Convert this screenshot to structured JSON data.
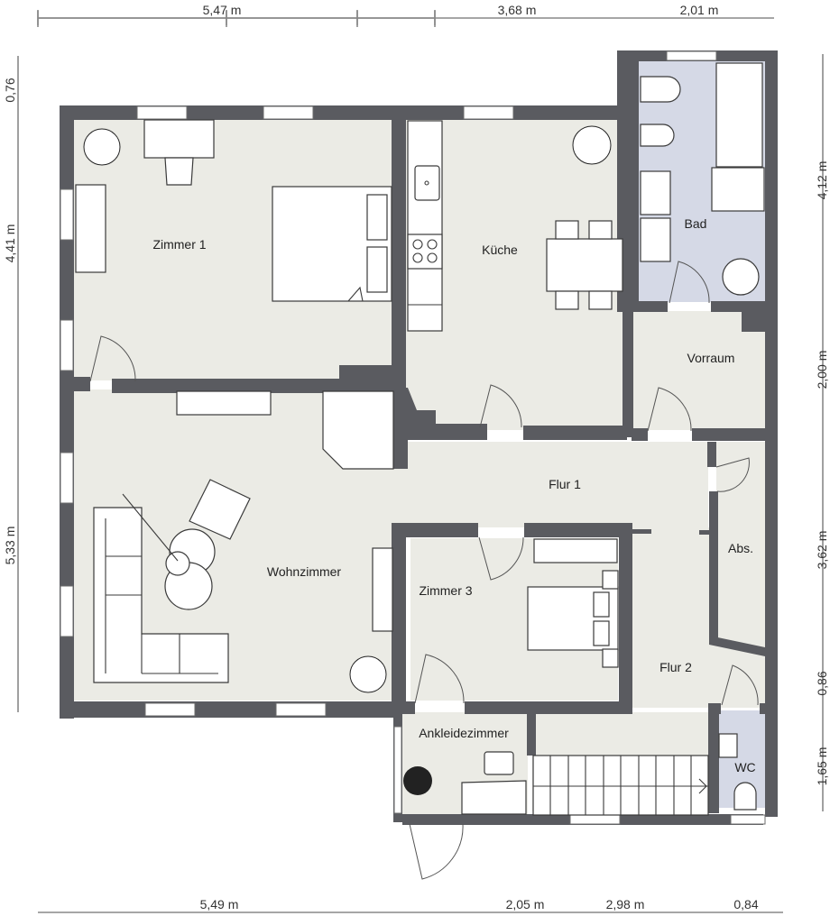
{
  "plan": {
    "rooms": [
      {
        "name": "Zimmer 1"
      },
      {
        "name": "Küche"
      },
      {
        "name": "Bad"
      },
      {
        "name": "Vorraum"
      },
      {
        "name": "Wohnzimmer"
      },
      {
        "name": "Flur 1"
      },
      {
        "name": "Abs."
      },
      {
        "name": "Zimmer 3"
      },
      {
        "name": "Flur 2"
      },
      {
        "name": "Ankleidezimmer"
      },
      {
        "name": "WC"
      }
    ],
    "dimensions": {
      "top": [
        "5,47 m",
        "3,68 m",
        "2,01 m"
      ],
      "bottom": [
        "5,49 m",
        "2,05 m",
        "2,98 m",
        "0,84"
      ],
      "left": [
        "0,76",
        "4,41 m",
        "5,33 m"
      ],
      "right": [
        "4,12 m",
        "2,00 m",
        "3,62 m",
        "0,86",
        "1,65 m"
      ]
    },
    "colors": {
      "wall": "#5a5b60",
      "floor": "#ebebe5",
      "wet_floor": "#d5d9e6",
      "furniture": "#ffffff"
    }
  }
}
